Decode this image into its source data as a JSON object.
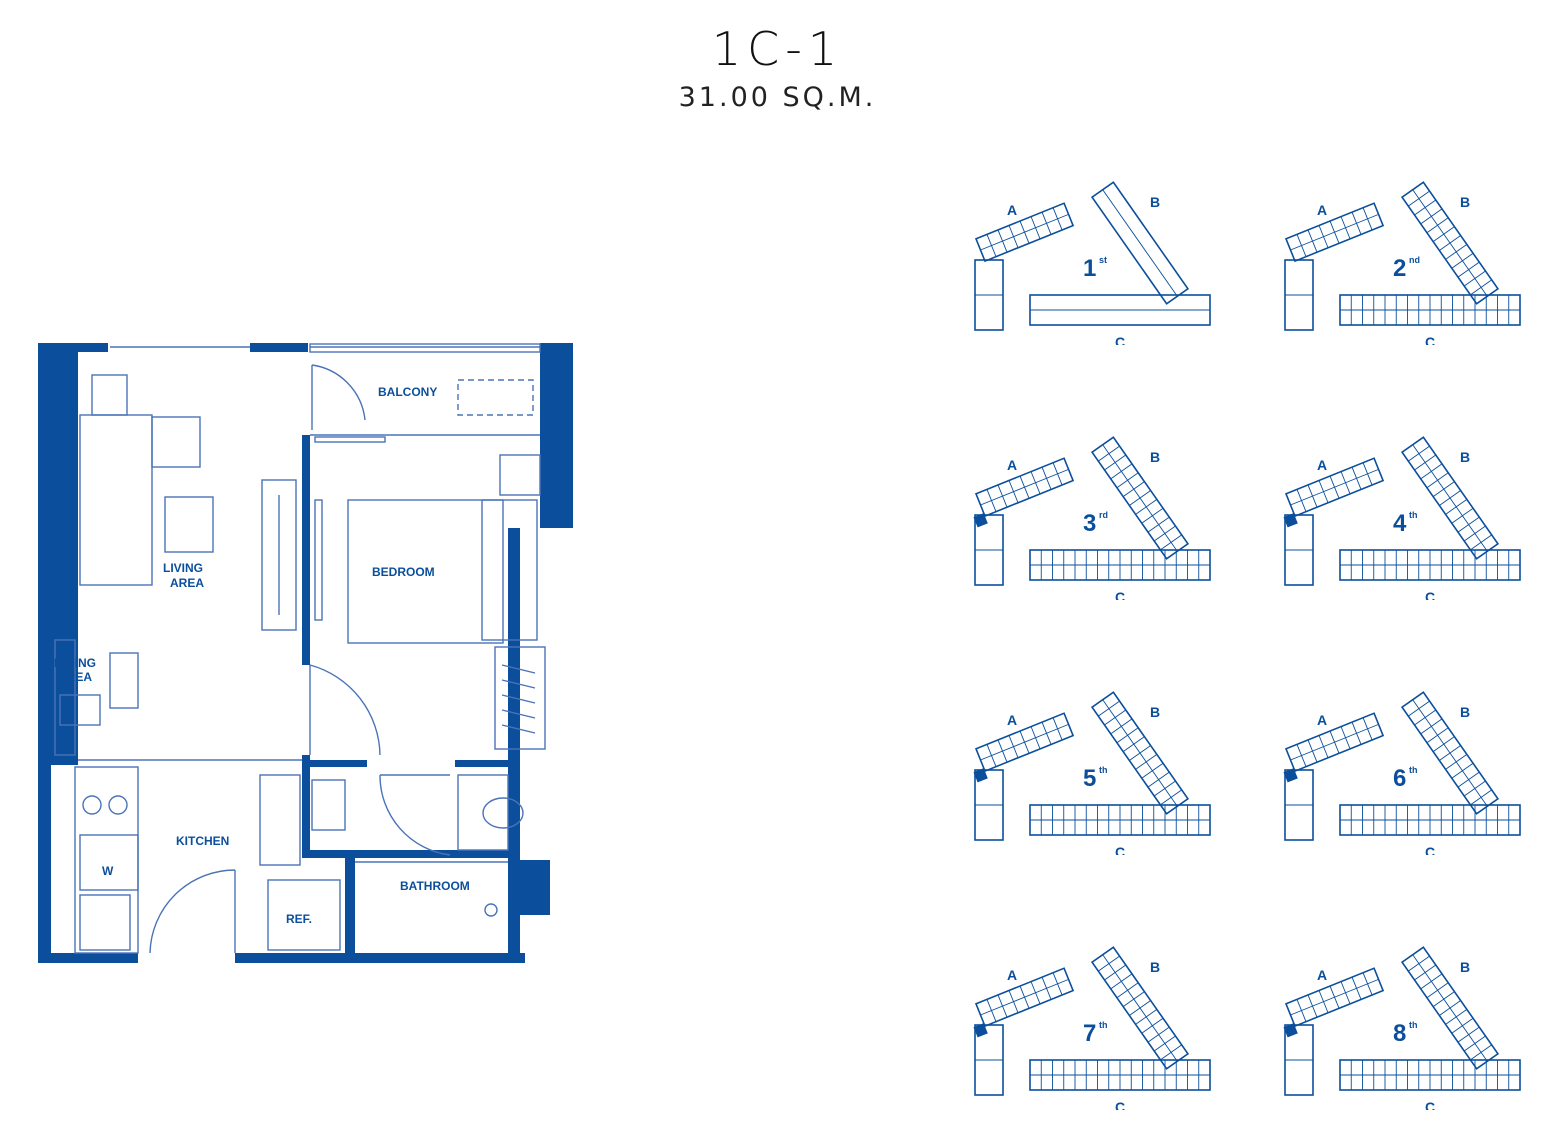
{
  "header": {
    "unit_type": "1C-1",
    "area": "31.00 SQ.M."
  },
  "floor_plan": {
    "rooms": {
      "balcony": "BALCONY",
      "living_area_line1": "LIVING",
      "living_area_line2": "AREA",
      "bedroom": "BEDROOM",
      "dining_area_line1": "DINING",
      "dining_area_line2": "AREA",
      "kitchen": "KITCHEN",
      "washer": "W",
      "refrigerator": "REF.",
      "bathroom": "BATHROOM"
    },
    "colors": {
      "wall": "#0b4f9c",
      "line": "#4a73b8"
    }
  },
  "key_plans": {
    "building_labels": {
      "a": "A",
      "b": "B",
      "c": "C"
    },
    "floors": [
      {
        "number": "1",
        "suffix": "st",
        "marked": false
      },
      {
        "number": "2",
        "suffix": "nd",
        "marked": false
      },
      {
        "number": "3",
        "suffix": "rd",
        "marked": true
      },
      {
        "number": "4",
        "suffix": "th",
        "marked": true
      },
      {
        "number": "5",
        "suffix": "th",
        "marked": true
      },
      {
        "number": "6",
        "suffix": "th",
        "marked": true
      },
      {
        "number": "7",
        "suffix": "th",
        "marked": true
      },
      {
        "number": "8",
        "suffix": "th",
        "marked": true
      }
    ]
  }
}
